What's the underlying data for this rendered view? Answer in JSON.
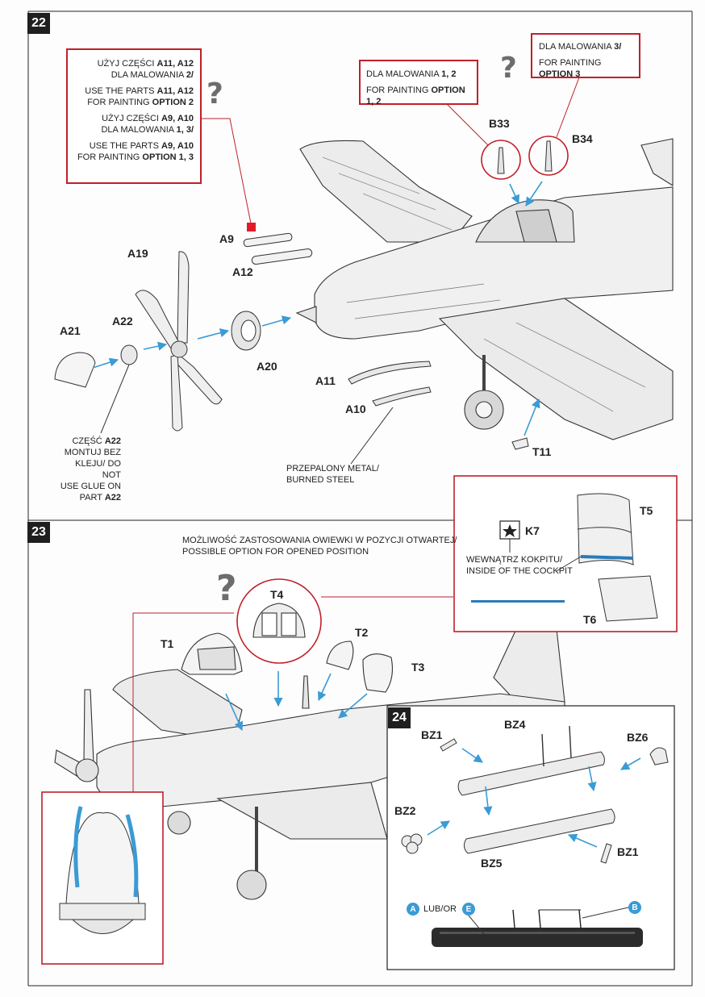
{
  "step22": {
    "number": "22",
    "callout_left": {
      "line1": "UŻYJ CZĘŚCI ",
      "line1_bold": "A11, A12",
      "line2": "DLA MALOWANIA ",
      "line2_bold": "2/",
      "line3": "USE THE PARTS ",
      "line3_bold": "A11, A12",
      "line4": "FOR PAINTING ",
      "line4_bold": "OPTION 2",
      "line5": "UŻYJ CZĘŚCI ",
      "line5_bold": "A9, A10",
      "line6": "DLA MALOWANIA ",
      "line6_bold": "1, 3/",
      "line7": "USE THE PARTS ",
      "line7_bold": "A9, A10",
      "line8": "FOR PAINTING ",
      "line8_bold": "OPTION 1, 3"
    },
    "callout_mid": {
      "line1": "DLA MALOWANIA ",
      "line1_bold": "1, 2",
      "line2": "FOR PAINTING ",
      "line2_bold": "OPTION 1, 2"
    },
    "callout_right": {
      "line1": "DLA MALOWANIA ",
      "line1_bold": "3/",
      "line2": "FOR PAINTING ",
      "line2_bold": "OPTION 3"
    },
    "parts": {
      "a9": "A9",
      "a12": "A12",
      "a19": "A19",
      "a21": "A21",
      "a22": "A22",
      "a20": "A20",
      "a11": "A11",
      "a10": "A10",
      "b33": "B33",
      "b34": "B34",
      "t11": "T11"
    },
    "note_glue": {
      "line1": "CZĘŚĆ ",
      "line1_bold": "A22",
      "line2": "MONTUJ BEZ",
      "line3": "KLEJU/ DO NOT",
      "line4": "USE GLUE ON",
      "line5": "PART ",
      "line5_bold": "A22"
    },
    "note_steel": {
      "line1": "PRZEPALONY METAL/",
      "line2": "BURNED STEEL"
    },
    "question": "?"
  },
  "step23": {
    "number": "23",
    "option_note": {
      "line1": "MOŻLIWOŚĆ ZASTOSOWANIA OWIEWKI W POZYCJI OTWARTEJ/",
      "line2": "POSSIBLE OPTION FOR OPENED POSITION"
    },
    "parts": {
      "t1": "T1",
      "t2": "T2",
      "t3": "T3",
      "t4": "T4",
      "t5": "T5",
      "t6": "T6",
      "k7": "K7"
    },
    "cockpit_note": {
      "line1": "WEWNĄTRZ KOKPITU/",
      "line2": "INSIDE OF THE COCKPIT"
    },
    "question": "?"
  },
  "step24": {
    "number": "24",
    "parts": {
      "bz1": "BZ1",
      "bz4": "BZ4",
      "bz6": "BZ6",
      "bz2": "BZ2",
      "bz5": "BZ5",
      "bz1b": "BZ1"
    },
    "option_a": "A",
    "lub_or": "LUB/OR",
    "option_e": "E",
    "option_b": "B"
  },
  "colors": {
    "accent_red": "#c0202a",
    "arrow_blue": "#3a9bd5",
    "badge_dark": "#1f1f1f"
  }
}
